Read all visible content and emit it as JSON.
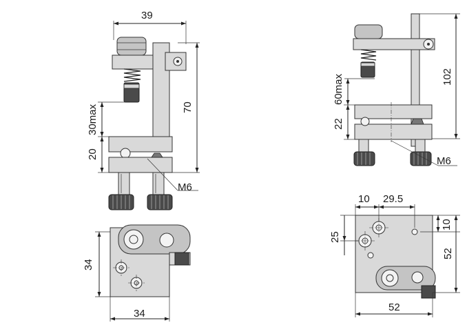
{
  "diagram": {
    "left_front": {
      "width_dim": "39",
      "height_dim": "70",
      "opening_dim": "30max",
      "base_dim": "20",
      "thread_label": "M6"
    },
    "left_top": {
      "height_dim": "34",
      "width_dim": "34"
    },
    "right_front": {
      "height_dim": "102",
      "opening_dim": "60max",
      "base_dim": "22",
      "thread_label": "M6"
    },
    "right_top": {
      "offset_a": "10",
      "offset_b": "29.5",
      "offset_c": "25",
      "offset_d": "10",
      "height_dim": "52",
      "width_dim": "52"
    }
  }
}
